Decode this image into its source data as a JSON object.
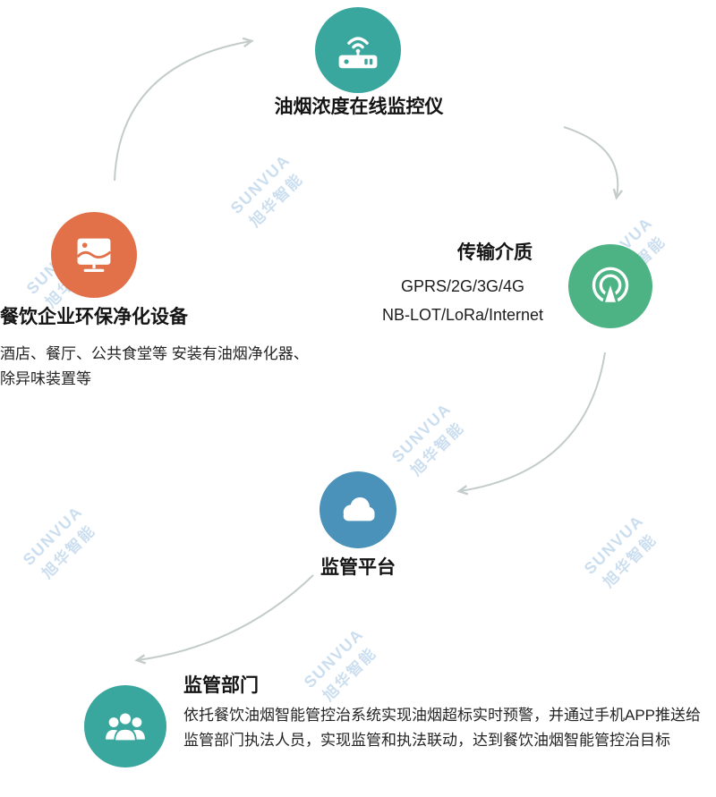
{
  "watermark": {
    "line1": "SUNVUA",
    "line2": "旭华智能"
  },
  "colors": {
    "teal": "#3aa79f",
    "orange": "#e2714a",
    "green": "#4db385",
    "blue": "#4a92ba",
    "arrow": "#c3cccb",
    "watermark": "#a9c9e5"
  },
  "nodes": {
    "monitor": {
      "label": "油烟浓度在线监控仪"
    },
    "equipment": {
      "label": "餐饮企业环保净化设备",
      "desc": "酒店、餐厅、公共食堂等 安装有油烟净化器、除异味装置等"
    },
    "transmission": {
      "label": "传输介质",
      "line1": "GPRS/2G/3G/4G",
      "line2": "NB-LOT/LoRa/Internet"
    },
    "platform": {
      "label": "监管平台"
    },
    "department": {
      "label": "监管部门",
      "desc": "依托餐饮油烟智能管控治系统实现油烟超标实时预警，并通过手机APP推送给监管部门执法人员，实现监管和执法联动，达到餐饮油烟智能管控治目标"
    }
  }
}
